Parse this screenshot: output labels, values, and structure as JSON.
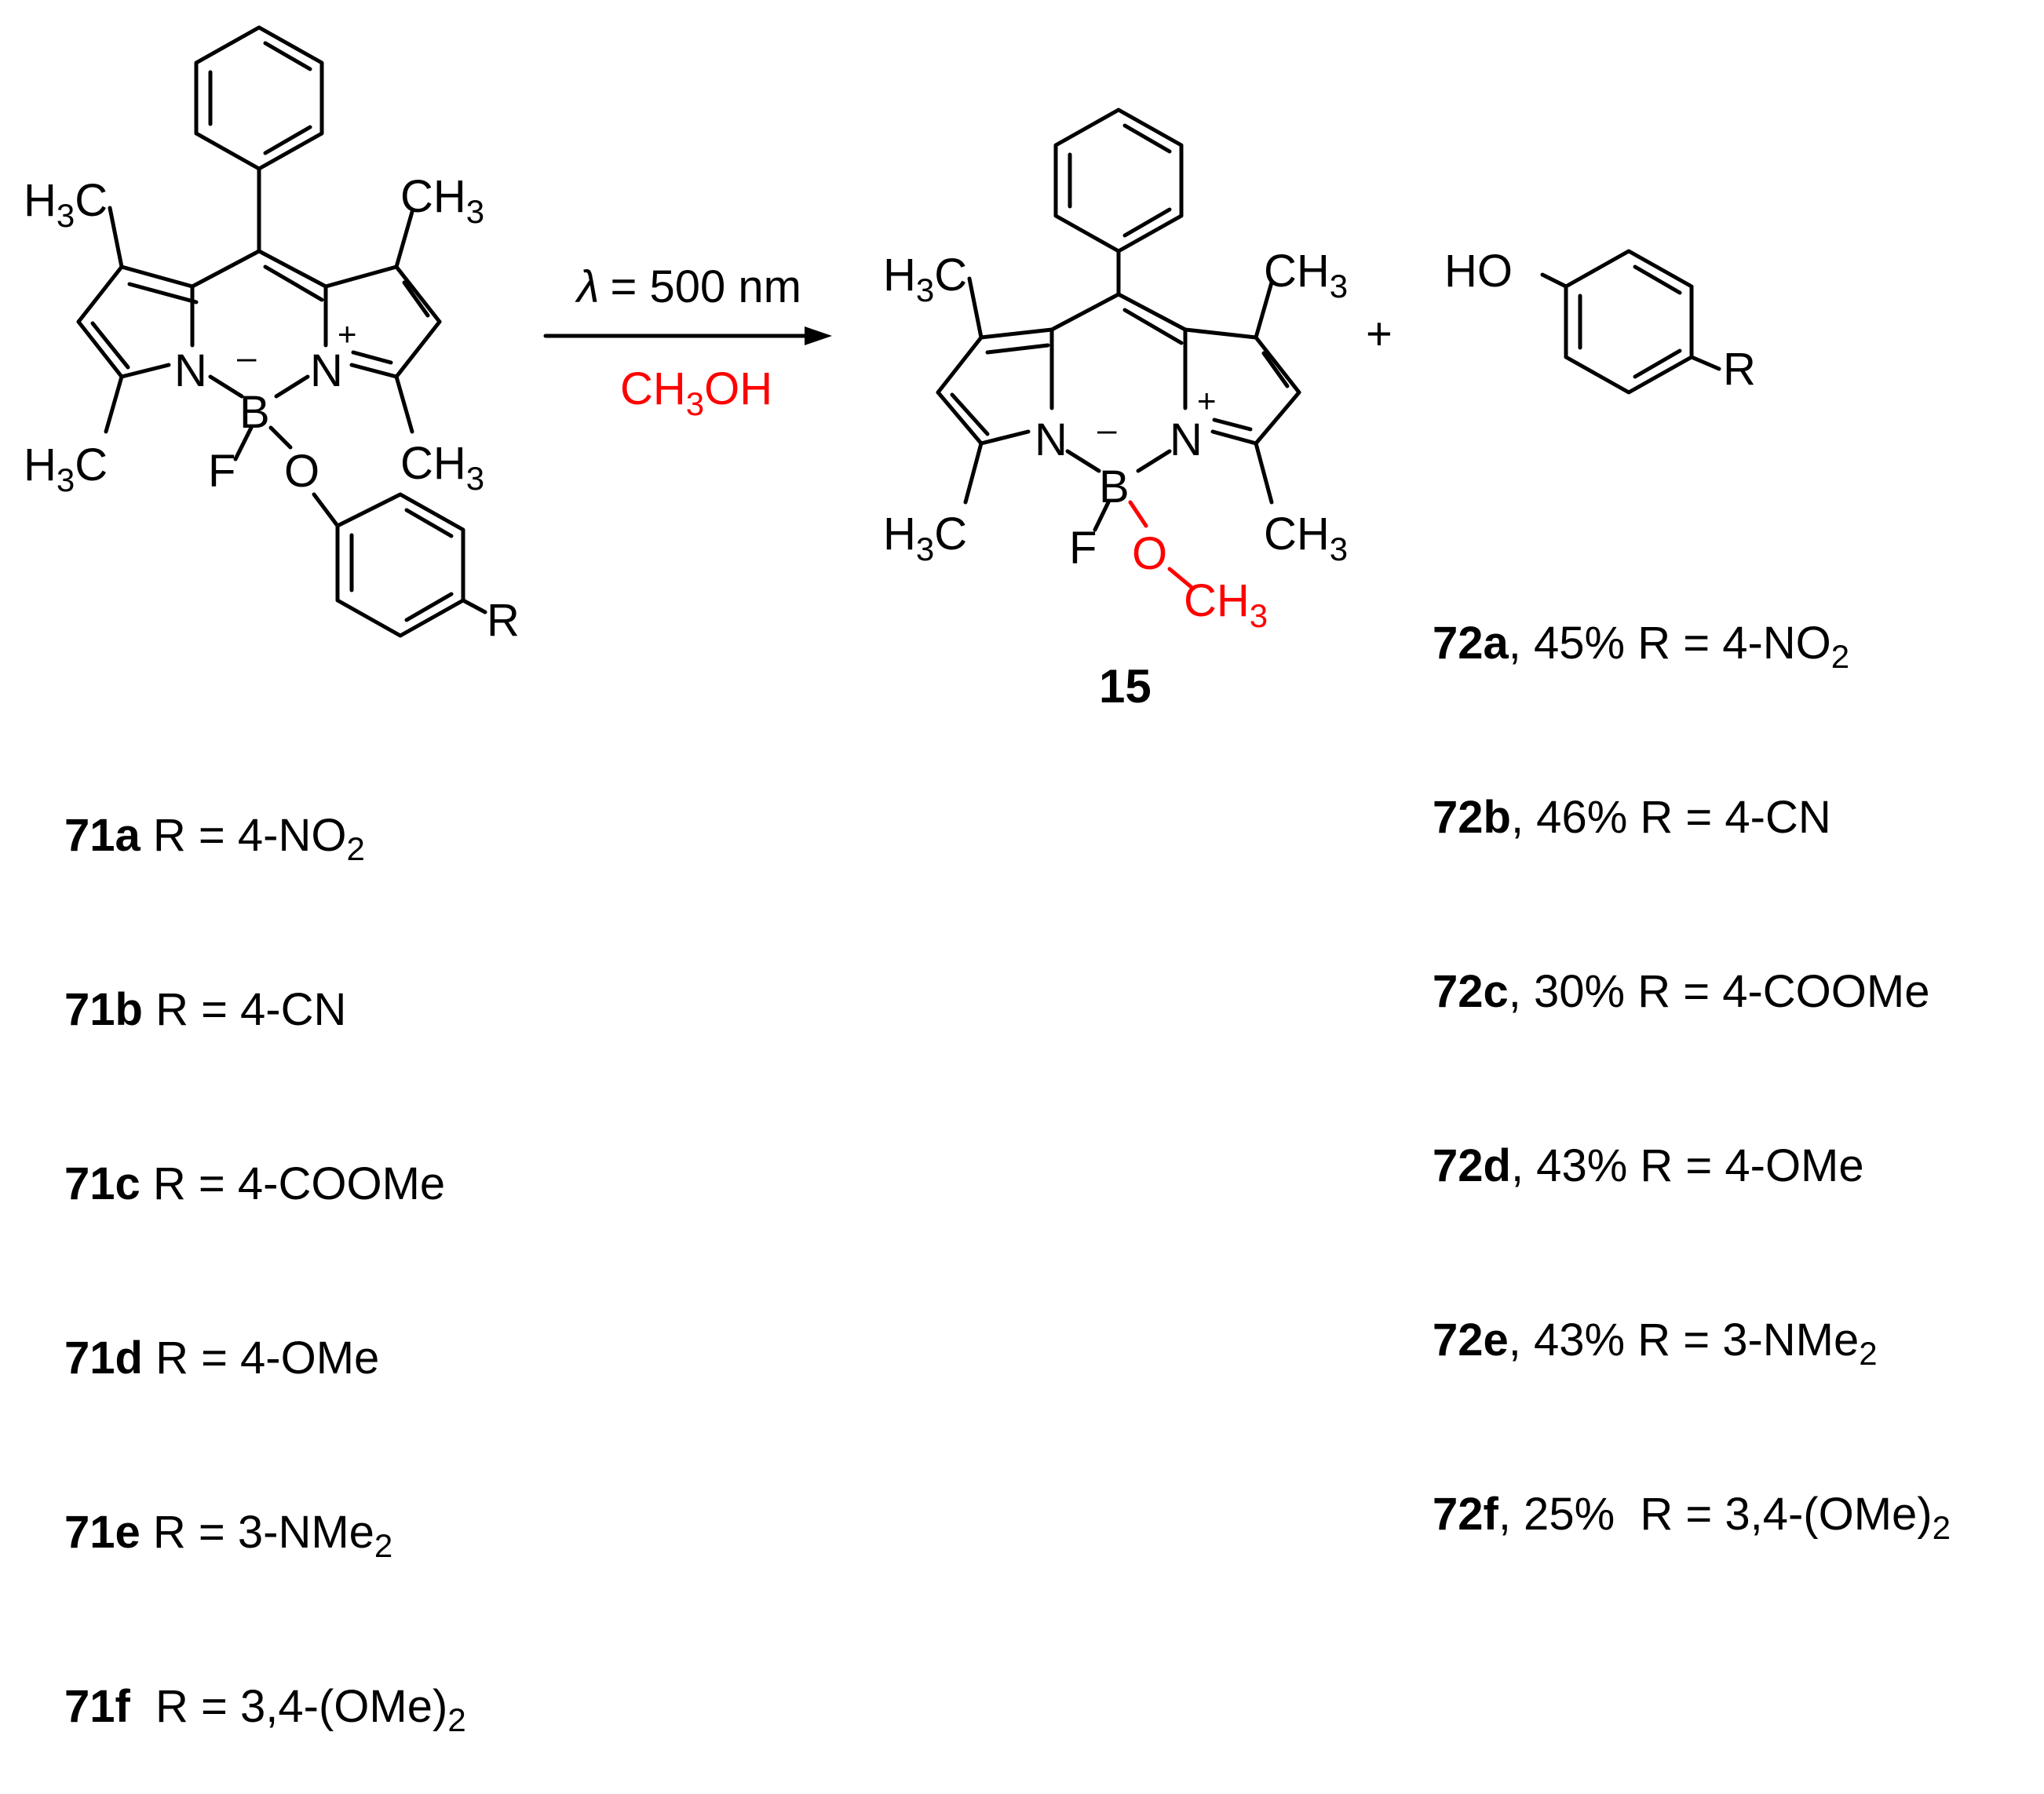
{
  "reagent": {
    "ring_labels": {
      "N_left": "N",
      "N_right": "N",
      "B": "B",
      "F": "F",
      "O": "O",
      "R": "R",
      "minus": "–",
      "plus": "+"
    },
    "methyl": "CH3",
    "left_list": [
      {
        "id": "71a",
        "text": " R = 4-NO",
        "sub": "2",
        "tail": ""
      },
      {
        "id": "71b",
        "text": " R = 4-CN",
        "sub": "",
        "tail": ""
      },
      {
        "id": "71c",
        "text": " R = 4-COOMe",
        "sub": "",
        "tail": ""
      },
      {
        "id": "71d",
        "text": " R = 4-OMe",
        "sub": "",
        "tail": ""
      },
      {
        "id": "71e",
        "text": " R = 3-NMe",
        "sub": "2",
        "tail": ""
      },
      {
        "id": "71f",
        "text": "  R = 3,4-(OMe)",
        "sub": "2",
        "tail": ""
      }
    ]
  },
  "arrow": {
    "condition_top": "= 500 nm",
    "lambda": "λ",
    "condition_bottom": "CH3OH"
  },
  "product": {
    "number": "15",
    "plus_sign": "+",
    "phenol_ho": "HO",
    "phenol_r": "R",
    "right_list": [
      {
        "id": "72a",
        "text": ", 45% R = 4-NO",
        "sub": "2"
      },
      {
        "id": "72b",
        "text": ", 46% R = 4-CN",
        "sub": ""
      },
      {
        "id": "72c",
        "text": ", 30% R = 4-COOMe",
        "sub": ""
      },
      {
        "id": "72d",
        "text": ", 43% R = 4-OMe",
        "sub": ""
      },
      {
        "id": "72e",
        "text": ", 43% R = 3-NMe",
        "sub": "2"
      },
      {
        "id": "72f",
        "text": ", 25%  R = 3,4-(OMe)",
        "sub": "2"
      }
    ]
  },
  "colors": {
    "highlight": "#ff0000",
    "ink": "#000000"
  }
}
